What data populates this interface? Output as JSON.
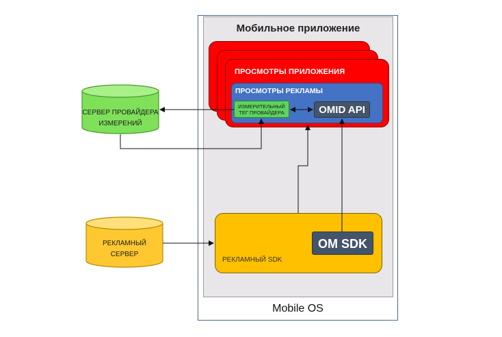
{
  "os": {
    "label": "Mobile OS"
  },
  "app": {
    "label": "Мобильное приложение"
  },
  "app_views": {
    "label": "ПРОСМОТРЫ ПРИЛОЖЕНИЯ"
  },
  "ad_views": {
    "label": "ПРОСМОТРЫ РЕКЛАМЫ"
  },
  "measurement_tag": {
    "line1": "ИЗМЕРИТЕЛЬНЫЙ",
    "line2": "ТЕГ ПРОВАЙДЕРА"
  },
  "omid_api": {
    "label": "OMID API"
  },
  "ad_sdk": {
    "label": "РЕКЛАМНЫЙ SDK"
  },
  "om_sdk": {
    "label": "OM SDK"
  },
  "measurement_server": {
    "line1": "СЕРВЕР ПРОВАЙДЕРА",
    "line2": "ИЗМЕРЕНИЙ"
  },
  "ad_server": {
    "line1": "РЕКЛАМНЫЙ",
    "line2": "СЕРВЕР"
  },
  "colors": {
    "app_views": "#ff0000",
    "ad_views": "#4472c4",
    "measurement_tag": "#5fd35f",
    "api_boxes": "#44546a",
    "ad_sdk": "#ffc000",
    "measurement_server": "#7fe05a",
    "ad_server": "#ffc830"
  }
}
